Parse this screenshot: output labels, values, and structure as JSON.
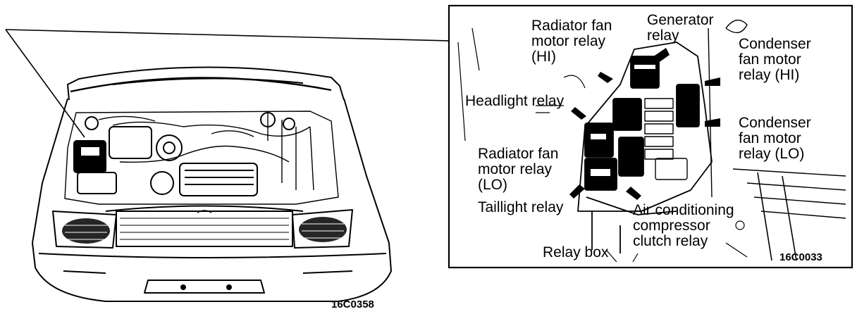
{
  "figure_code_left": "16C0358",
  "figure_code_right": "16C0033",
  "labels": {
    "radiator_fan_motor_relay_hi": [
      "Radiator fan",
      "motor relay",
      "(HI)"
    ],
    "generator_relay": [
      "Generator",
      "relay"
    ],
    "condenser_fan_motor_relay_hi": [
      "Condenser",
      "fan motor",
      "relay (HI)"
    ],
    "headlight_relay": [
      "Headlight relay"
    ],
    "condenser_fan_motor_relay_lo": [
      "Condenser",
      "fan motor",
      "relay (LO)"
    ],
    "radiator_fan_motor_relay_lo": [
      "Radiator fan",
      "motor relay",
      "(LO)"
    ],
    "taillight_relay": [
      "Taillight relay"
    ],
    "air_conditioning_compressor_clutch_relay": [
      "Air conditioning",
      "compressor",
      "clutch relay"
    ],
    "relay_box": [
      "Relay box"
    ]
  }
}
